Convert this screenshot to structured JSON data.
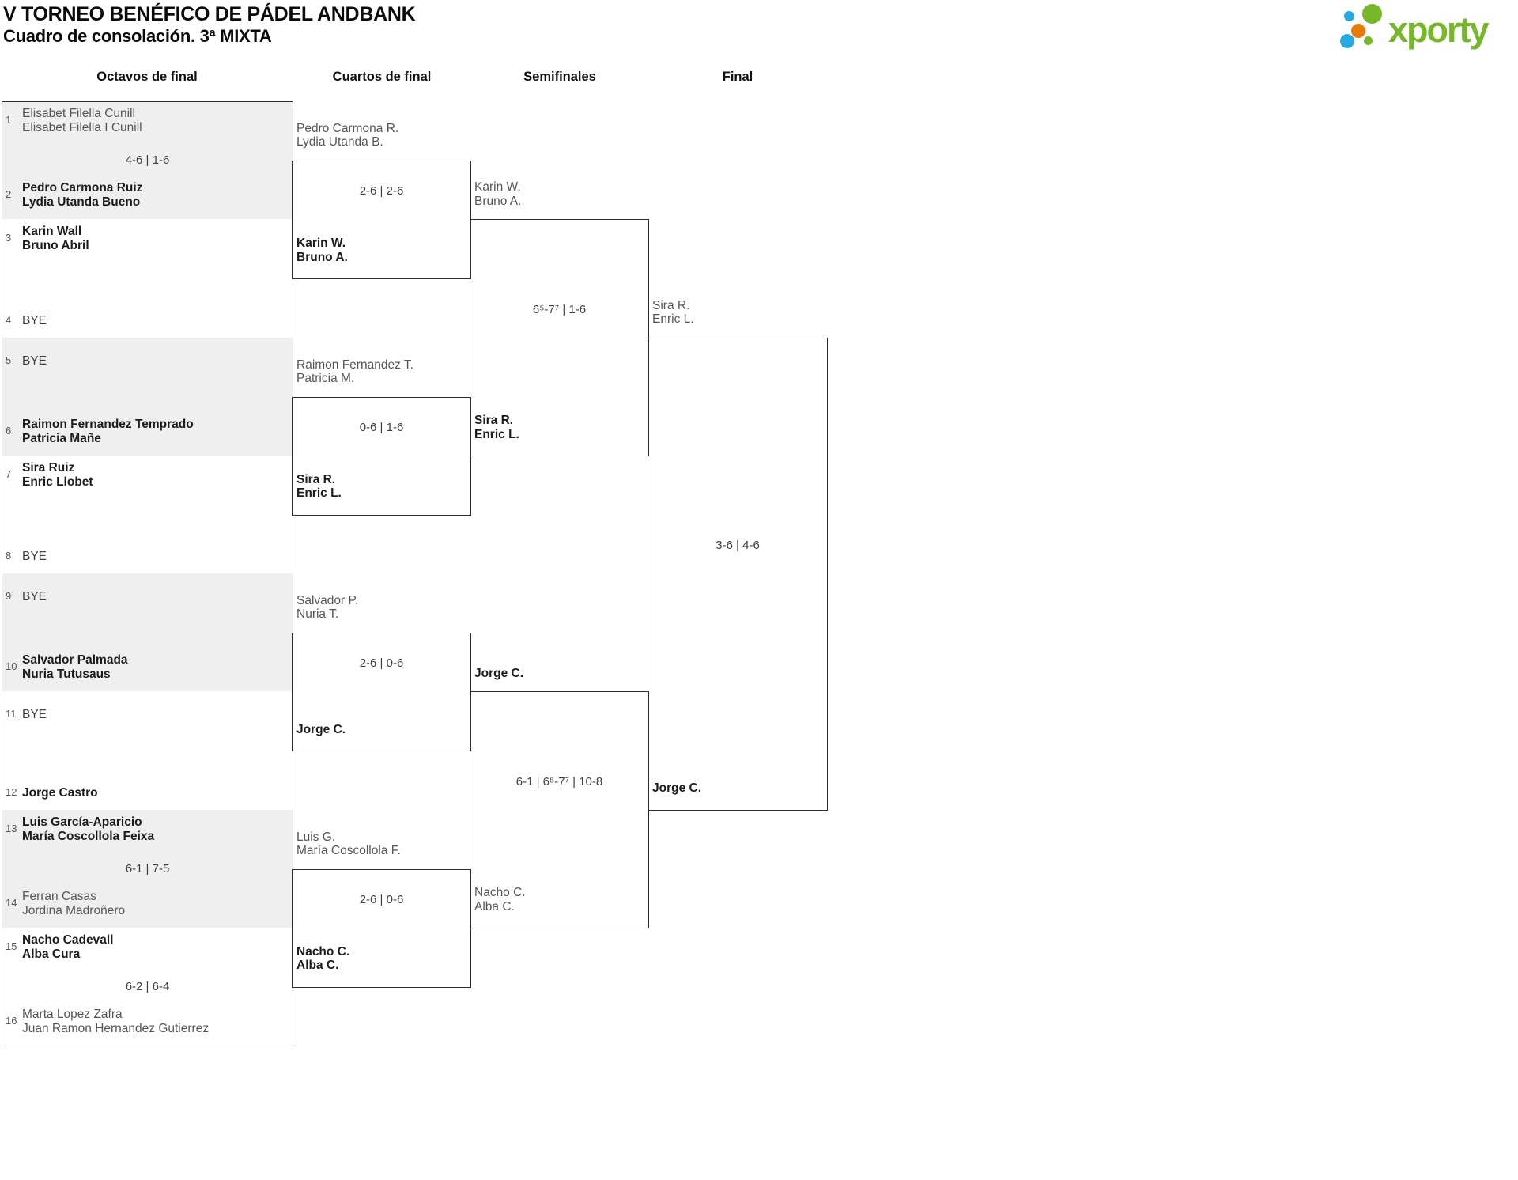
{
  "page": {
    "title": "V TORNEO BENÉFICO DE PÁDEL ANDBANK",
    "subtitle": "Cuadro de consolación. 3ª MIXTA"
  },
  "logo": {
    "text": "xporty",
    "green": "#76b82a",
    "blue": "#29a9e1",
    "orange": "#e8790d"
  },
  "round_headers": [
    "Octavos de final",
    "Cuartos de final",
    "Semifinales",
    "Final"
  ],
  "rounds": [
    {
      "name": "Octavos de final",
      "matches": [
        {
          "score": "4-6 | 1-6",
          "top": {
            "seed": "1",
            "lines": [
              "Elisabet Filella Cunill",
              "Elisabet Filella I Cunill"
            ],
            "result": "loser"
          },
          "bottom": {
            "seed": "2",
            "lines": [
              "Pedro Carmona Ruiz",
              "Lydia Utanda Bueno"
            ],
            "result": "winner"
          }
        },
        {
          "score": "",
          "top": {
            "seed": "3",
            "lines": [
              "Karin Wall",
              "Bruno Abril"
            ],
            "result": "winner"
          },
          "bottom": {
            "seed": "4",
            "lines": [
              "BYE"
            ],
            "result": "bye"
          }
        },
        {
          "score": "",
          "top": {
            "seed": "5",
            "lines": [
              "BYE"
            ],
            "result": "bye"
          },
          "bottom": {
            "seed": "6",
            "lines": [
              "Raimon Fernandez Temprado",
              "Patricia Mañe"
            ],
            "result": "winner"
          }
        },
        {
          "score": "",
          "top": {
            "seed": "7",
            "lines": [
              "Sira Ruiz",
              "Enric Llobet"
            ],
            "result": "winner"
          },
          "bottom": {
            "seed": "8",
            "lines": [
              "BYE"
            ],
            "result": "bye"
          }
        },
        {
          "score": "",
          "top": {
            "seed": "9",
            "lines": [
              "BYE"
            ],
            "result": "bye"
          },
          "bottom": {
            "seed": "10",
            "lines": [
              "Salvador Palmada",
              "Nuria Tutusaus"
            ],
            "result": "winner"
          }
        },
        {
          "score": "",
          "top": {
            "seed": "11",
            "lines": [
              "BYE"
            ],
            "result": "bye"
          },
          "bottom": {
            "seed": "12",
            "lines": [
              "Jorge Castro"
            ],
            "result": "winner"
          }
        },
        {
          "score": "6-1 | 7-5",
          "top": {
            "seed": "13",
            "lines": [
              "Luis García-Aparicio",
              "María Coscollola Feixa"
            ],
            "result": "winner"
          },
          "bottom": {
            "seed": "14",
            "lines": [
              "Ferran Casas",
              "Jordina Madroñero"
            ],
            "result": "loser"
          }
        },
        {
          "score": "6-2 | 6-4",
          "top": {
            "seed": "15",
            "lines": [
              "Nacho Cadevall",
              "Alba Cura"
            ],
            "result": "winner"
          },
          "bottom": {
            "seed": "16",
            "lines": [
              "Marta Lopez Zafra",
              "Juan Ramon Hernandez Gutierrez"
            ],
            "result": "loser"
          }
        }
      ]
    },
    {
      "name": "Cuartos de final",
      "matches": [
        {
          "score": "2-6 | 2-6",
          "top": {
            "lines": [
              "Pedro Carmona R.",
              "Lydia Utanda B."
            ],
            "result": "loser"
          },
          "bottom": {
            "lines": [
              "Karin W.",
              "Bruno A."
            ],
            "result": "winner"
          }
        },
        {
          "score": "0-6 | 1-6",
          "top": {
            "lines": [
              "Raimon Fernandez T.",
              "Patricia M."
            ],
            "result": "loser"
          },
          "bottom": {
            "lines": [
              "Sira R.",
              "Enric L."
            ],
            "result": "winner"
          }
        },
        {
          "score": "2-6 | 0-6",
          "top": {
            "lines": [
              "Salvador P.",
              "Nuria T."
            ],
            "result": "loser"
          },
          "bottom": {
            "lines": [
              "Jorge C."
            ],
            "result": "winner"
          }
        },
        {
          "score": "2-6 | 0-6",
          "top": {
            "lines": [
              "Luis G.",
              "María Coscollola F."
            ],
            "result": "loser"
          },
          "bottom": {
            "lines": [
              "Nacho C.",
              "Alba C."
            ],
            "result": "winner"
          }
        }
      ]
    },
    {
      "name": "Semifinales",
      "matches": [
        {
          "score": "6⁵-7⁷ | 1-6",
          "top": {
            "lines": [
              "Karin W.",
              "Bruno A."
            ],
            "result": "loser"
          },
          "bottom": {
            "lines": [
              "Sira R.",
              "Enric L."
            ],
            "result": "winner"
          }
        },
        {
          "score": "6-1 | 6⁵-7⁷ | 10-8",
          "top": {
            "lines": [
              "Jorge C."
            ],
            "result": "winner"
          },
          "bottom": {
            "lines": [
              "Nacho C.",
              "Alba C."
            ],
            "result": "loser"
          }
        }
      ]
    },
    {
      "name": "Final",
      "matches": [
        {
          "score": "3-6 | 4-6",
          "top": {
            "lines": [
              "Sira R.",
              "Enric L."
            ],
            "result": "loser"
          },
          "bottom": {
            "lines": [
              "Jorge C."
            ],
            "result": "winner"
          }
        }
      ]
    }
  ]
}
